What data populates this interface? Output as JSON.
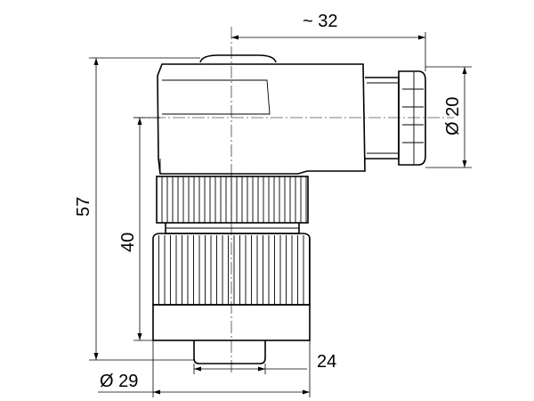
{
  "drawing": {
    "dimensions": {
      "overall_width": "~ 32",
      "cable_diameter": "Ø 20",
      "total_height": "57",
      "coupling_height": "40",
      "thread_size": "24",
      "coupling_diameter": "Ø 29"
    }
  }
}
